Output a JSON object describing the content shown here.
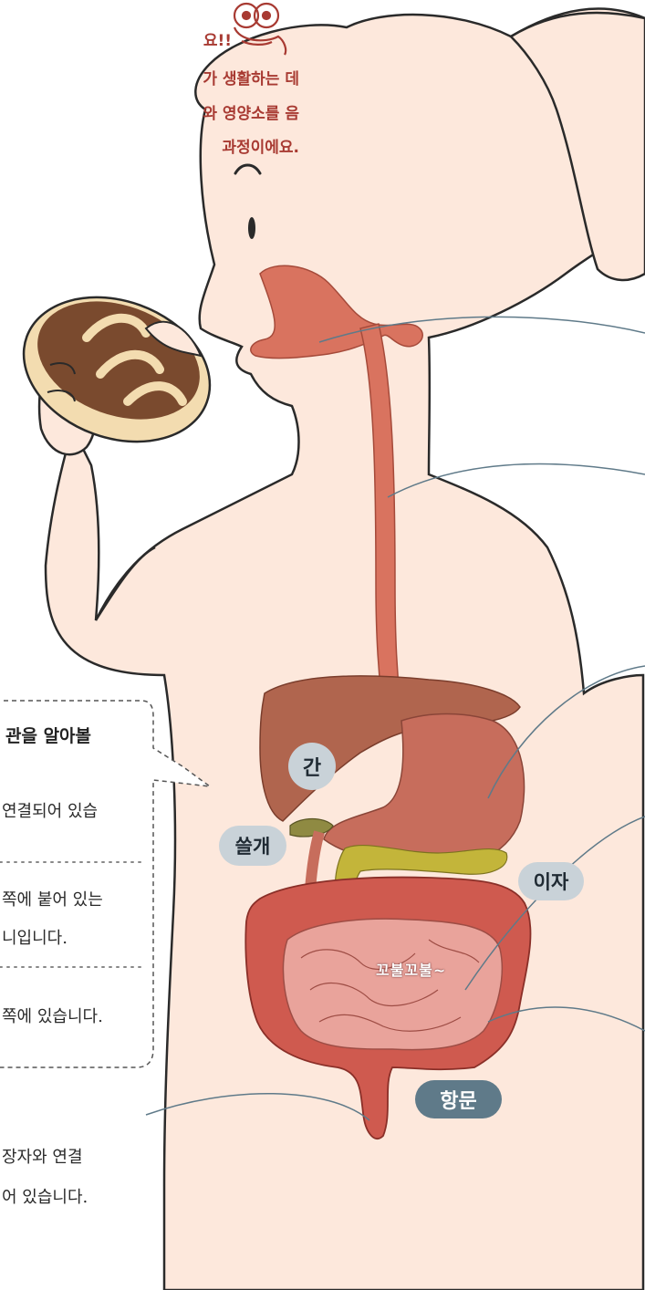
{
  "top_note": {
    "line0": "요!!",
    "line1": "가 생활하는 데",
    "line2": "와 영양소를 음",
    "line3": "과정이에요."
  },
  "labels": {
    "liver": "간",
    "gallbladder": "쓸개",
    "pancreas": "이자",
    "anus": "항문",
    "gurgle": "꼬불꼬불~"
  },
  "info_box": {
    "title": "관을 알아볼",
    "item1": "연결되어 있습",
    "item2_line1": "쪽에 붙어 있는",
    "item2_line2": "니입니다.",
    "item3": "쪽에 있습니다."
  },
  "anus_caption": {
    "line1": "장자와 연결",
    "line2": "어 있습니다."
  },
  "colors": {
    "skin": "#fde8dc",
    "outline": "#2a2a2a",
    "esophagus": "#d9735f",
    "liver": "#b0654e",
    "stomach": "#c76d5c",
    "large_intestine": "#cf5a4f",
    "small_intestine": "#e9a39b",
    "gallbladder": "#8f8a42",
    "pancreas": "#c3b53a",
    "label_bg": "#c9d2d8",
    "anus_label_bg": "#5f7a89",
    "note_text": "#a83a32"
  }
}
